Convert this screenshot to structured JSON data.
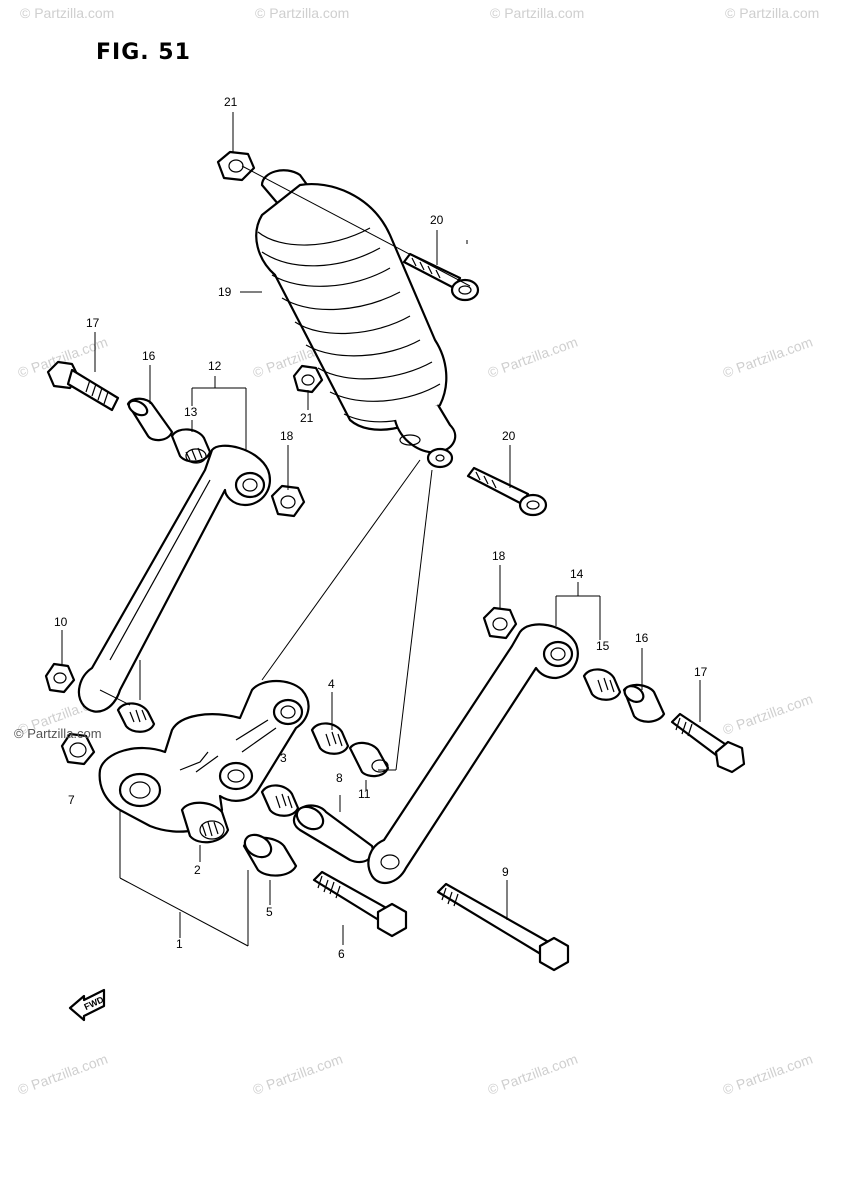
{
  "figure": {
    "title": "FIG. 51",
    "fwd_label": "FWD",
    "watermark": "© Partzilla.com"
  },
  "callouts": [
    {
      "id": "c21a",
      "label": "21"
    },
    {
      "id": "c20a",
      "label": "20"
    },
    {
      "id": "c19",
      "label": "19"
    },
    {
      "id": "c17a",
      "label": "17"
    },
    {
      "id": "c16a",
      "label": "16"
    },
    {
      "id": "c12",
      "label": "12"
    },
    {
      "id": "c13",
      "label": "13"
    },
    {
      "id": "c21b",
      "label": "21"
    },
    {
      "id": "c18a",
      "label": "18"
    },
    {
      "id": "c20b",
      "label": "20"
    },
    {
      "id": "c18b",
      "label": "18"
    },
    {
      "id": "c14",
      "label": "14"
    },
    {
      "id": "c15",
      "label": "15"
    },
    {
      "id": "c16b",
      "label": "16"
    },
    {
      "id": "c17b",
      "label": "17"
    },
    {
      "id": "c10",
      "label": "10"
    },
    {
      "id": "c7",
      "label": "7"
    },
    {
      "id": "c4",
      "label": "4"
    },
    {
      "id": "c3",
      "label": "3"
    },
    {
      "id": "c8",
      "label": "8"
    },
    {
      "id": "c11",
      "label": "11"
    },
    {
      "id": "c2",
      "label": "2"
    },
    {
      "id": "c5",
      "label": "5"
    },
    {
      "id": "c6",
      "label": "6"
    },
    {
      "id": "c9",
      "label": "9"
    },
    {
      "id": "c1",
      "label": "1"
    }
  ]
}
